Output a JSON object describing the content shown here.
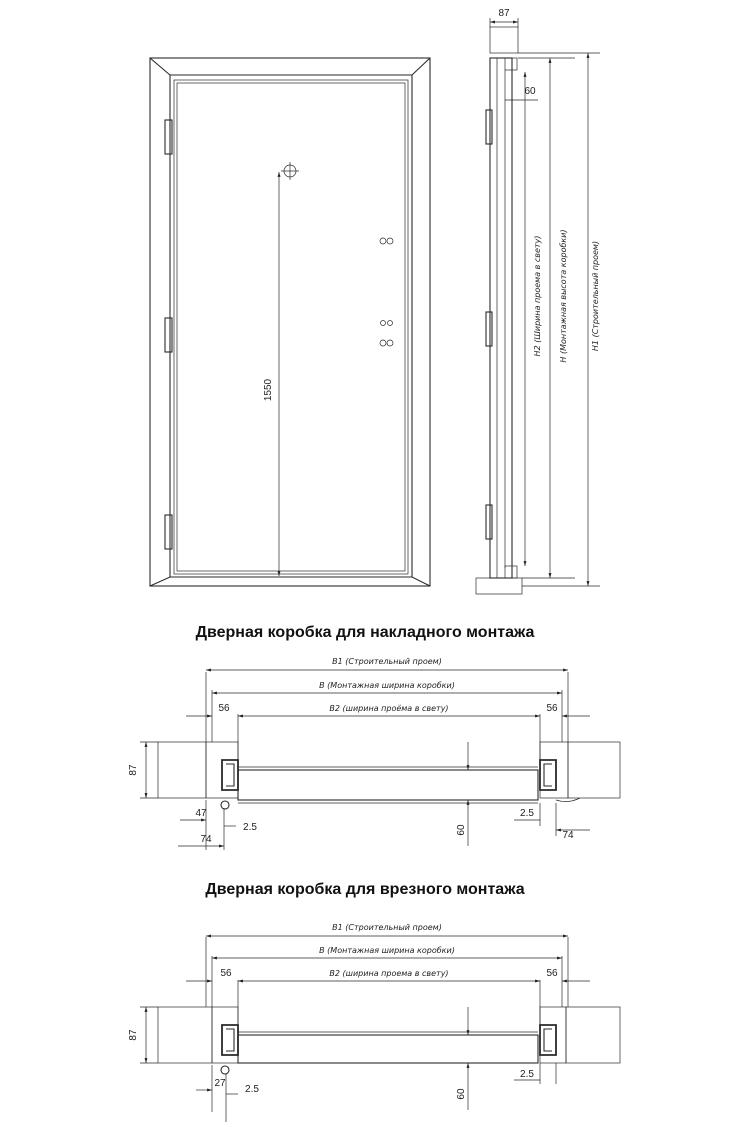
{
  "front_view": {
    "handle_height": "1550"
  },
  "side_view": {
    "top_depth": "87",
    "inner_offset": "60",
    "h2_label": "H2 (Ширина проема в свету)",
    "h_label": "H (Монтажная высота коробки)",
    "h1_label": "H1 (Строительный проем)"
  },
  "section_overlay": {
    "title": "Дверная коробка для накладного монтажа",
    "b1_label": "B1 (Строительный проем)",
    "b_label": "B (Монтажная ширина коробки)",
    "b2_label": "B2 (ширина проёма в свету)",
    "left_56": "56",
    "right_56": "56",
    "wall_87": "87",
    "dim_47": "47",
    "dim_74_left": "74",
    "dim_25_left": "2.5",
    "dim_60": "60",
    "dim_25_right": "2.5",
    "dim_74_right": "74"
  },
  "section_mortise": {
    "title": "Дверная коробка для врезного монтажа",
    "b1_label": "B1 (Строительный проем)",
    "b_label": "B (Монтажная ширина коробки)",
    "b2_label": "B2 (ширина проема в свету)",
    "left_56": "56",
    "right_56": "56",
    "wall_87": "87",
    "dim_27": "27",
    "dim_25_left": "2.5",
    "dim_60": "60",
    "dim_25_right": "2.5"
  }
}
